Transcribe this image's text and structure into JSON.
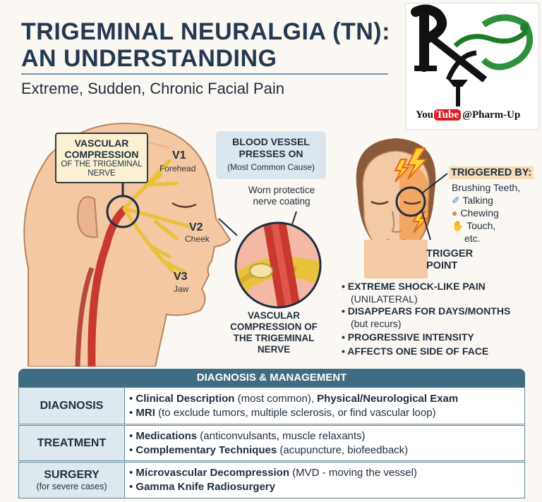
{
  "header": {
    "title_line1": "TRIGEMINAL NEURALGIA (TN):",
    "title_line2": "AN UNDERSTANDING",
    "subtitle": "Extreme, Sudden, Chronic Facial Pain"
  },
  "logo": {
    "mark": "Rx",
    "youtube_prefix": "You",
    "youtube_tube": "Tube",
    "handle": "@Pharm-Up"
  },
  "head_diagram": {
    "vascular_box_title": "VASCULAR COMPRESSION",
    "vascular_box_sub1": "OF THE TRIGEMINAL",
    "vascular_box_sub2": "NERVE",
    "v1_label": "V1",
    "v1_sub": "Forehead",
    "v2_label": "V2",
    "v2_sub": "Cheek",
    "v3_label": "V3",
    "v3_sub": "Jaw"
  },
  "blood_vessel": {
    "title_line1": "BLOOD VESSEL",
    "title_line2": "PRESSES ON",
    "note": "(Most Common Cause)",
    "worn_line1": "Worn protectice",
    "worn_line2": "nerve coating",
    "bottom_line1": "VASCULAR",
    "bottom_line2": "COMPRESSION OF",
    "bottom_line3": "THE TRIGEMINAL",
    "bottom_line4": "NERVE"
  },
  "face": {
    "triggered_title": "TRIGGERED BY:",
    "triggers": [
      "Brushing Teeth,",
      "Talking",
      "Chewing",
      "Touch,",
      "etc."
    ],
    "trigger_point_line1": "TRIGGER",
    "trigger_point_line2": "POINT"
  },
  "symptoms": [
    {
      "main": "EXTREME SHOCK-LIKE PAIN",
      "sub": "(UNILATERAL)"
    },
    {
      "main": "DISAPPEARS FOR DAYS/MONTHS",
      "sub": "(but recurs)"
    },
    {
      "main": "PROGRESSIVE INTENSITY",
      "sub": ""
    },
    {
      "main": "AFFECTS ONE SIDE OF FACE",
      "sub": ""
    }
  ],
  "management": {
    "header": "DIAGNOSIS & MANAGEMENT",
    "rows": [
      {
        "label": "DIAGNOSIS",
        "note": "",
        "l1_bold": "Clinical Description",
        "l1_plain": " (most common), ",
        "l1_bold2": "Physical/Neurological Exam",
        "l2_bold": "MRI",
        "l2_plain": " (to exclude tumors, multiple sclerosis, or find vascular loop)"
      },
      {
        "label": "TREATMENT",
        "note": "",
        "l1_bold": "Medications",
        "l1_plain": " (anticonvulsants, muscle relaxants)",
        "l1_bold2": "",
        "l2_bold": "Complementary Techniques",
        "l2_plain": " (acupuncture, biofeedback)"
      },
      {
        "label": "SURGERY",
        "note": "(for severe cases)",
        "l1_bold": "Microvascular Decompression",
        "l1_plain": " (MVD - moving the vessel)",
        "l1_bold2": "",
        "l2_bold": "Gamma Knife Radiosurgery",
        "l2_plain": ""
      }
    ]
  },
  "colors": {
    "title": "#24384f",
    "nerve": "#e8c23a",
    "artery": "#c7392f",
    "table_header": "#3f6c82",
    "pain": "#f08a2a"
  }
}
